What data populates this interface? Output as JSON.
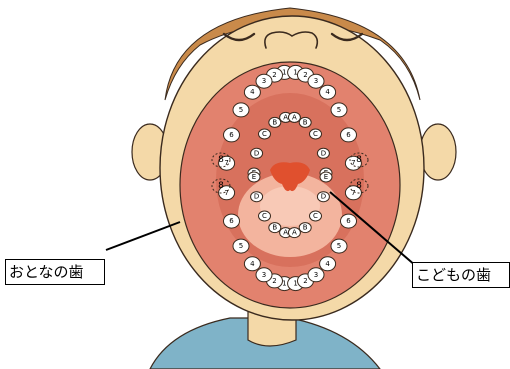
{
  "labels": {
    "adult": "おとなの歯",
    "child": "こどもの歯"
  },
  "teeth": {
    "adult_upper_left": [
      "1",
      "2",
      "3",
      "4",
      "5",
      "6",
      "7"
    ],
    "adult_upper_right": [
      "1",
      "2",
      "3",
      "4",
      "5",
      "6",
      "7"
    ],
    "adult_lower_left": [
      "1",
      "2",
      "3",
      "4",
      "5",
      "6",
      "7"
    ],
    "adult_lower_right": [
      "1",
      "2",
      "3",
      "4",
      "5",
      "6",
      "7"
    ],
    "adult_wisdom": [
      "8",
      "8",
      "8",
      "8"
    ],
    "child_upper_left": [
      "A",
      "B",
      "C",
      "D",
      "E"
    ],
    "child_upper_right": [
      "A",
      "B",
      "C",
      "D",
      "E"
    ],
    "child_lower_left": [
      "A",
      "B",
      "C",
      "D",
      "E"
    ],
    "child_lower_right": [
      "A",
      "B",
      "C",
      "D",
      "E"
    ]
  },
  "colors": {
    "skin": "#F4D9A8",
    "outline": "#3a2a1e",
    "hair": "#C98A4A",
    "mouth": "#E2826E",
    "mouth_inner": "#D8715D",
    "tongue": "#F3B49E",
    "throat": "#E0502E",
    "tooth": "#ffffff",
    "shirt": "#7FB3C8"
  }
}
